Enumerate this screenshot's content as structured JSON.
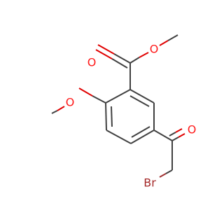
{
  "structure": {
    "atoms": {
      "carbonyl_oxygen_ester": "O",
      "ester_oxygen": "O",
      "methoxy_oxygen": "O",
      "ketone_oxygen": "O",
      "bromine": "Br"
    },
    "colors": {
      "bond": "#404040",
      "oxygen": "#ff1a1a",
      "bromine": "#a52a2a",
      "background": "#ffffff"
    }
  }
}
